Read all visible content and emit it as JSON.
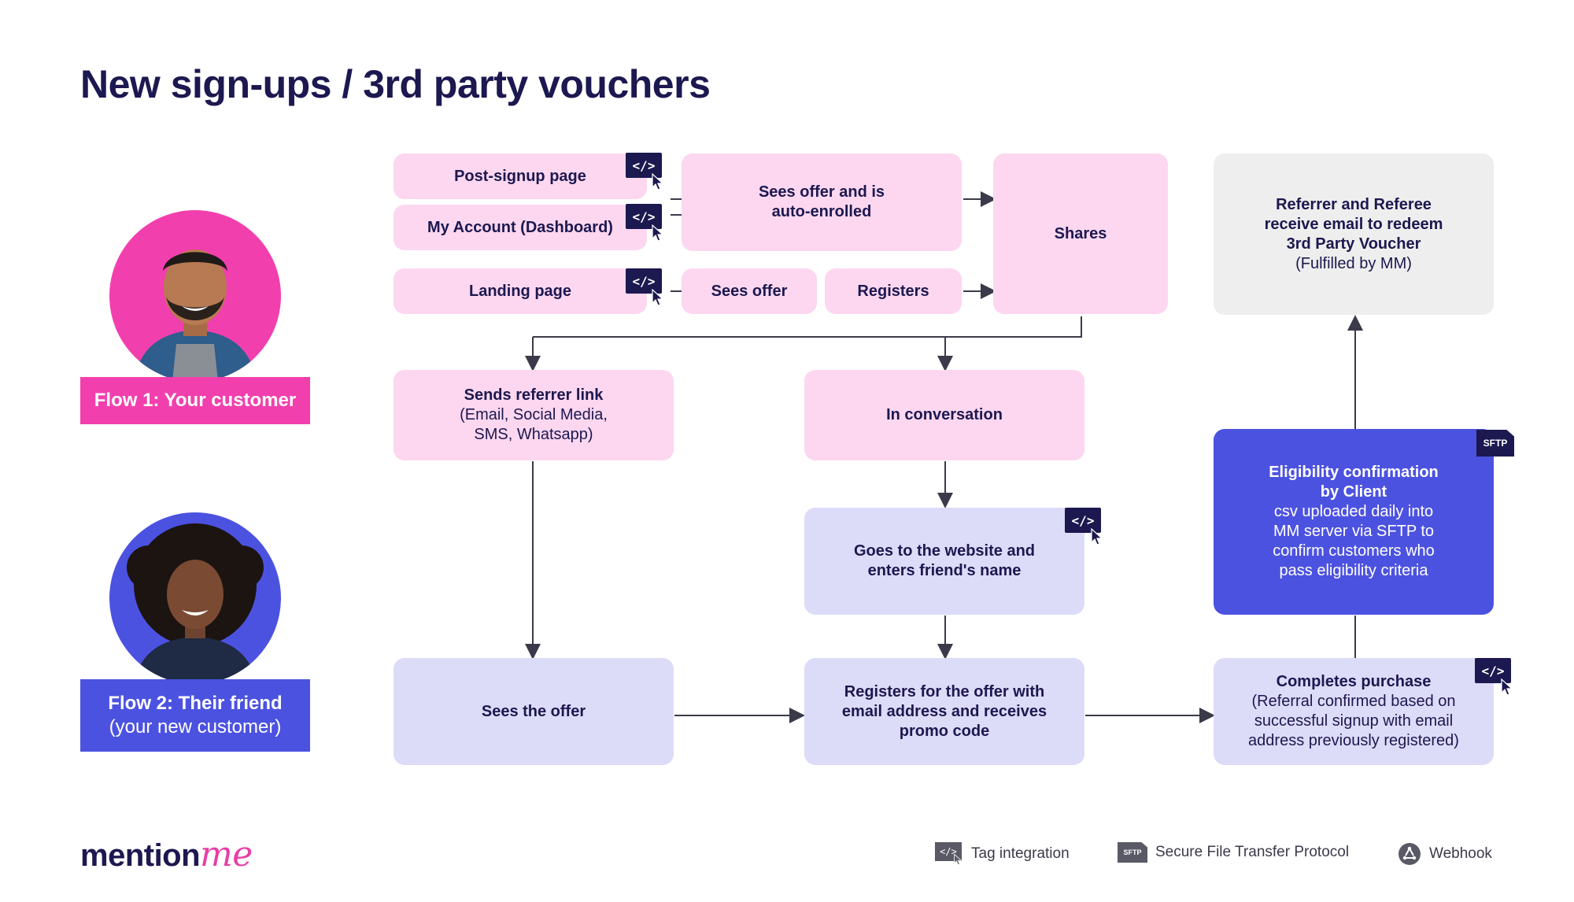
{
  "title": "New sign-ups / 3rd party vouchers",
  "colors": {
    "pink_box": "#fcd7ef",
    "lavender_box": "#dcdcf8",
    "grey_box": "#eeeeee",
    "blue_box": "#4c52e0",
    "flow1": "#f23fae",
    "flow2": "#4c52e0",
    "navy": "#1c1850"
  },
  "flows": {
    "flow1": {
      "label": "Flow 1: Your customer"
    },
    "flow2": {
      "label": "Flow 2: Their friend",
      "sublabel": "(your new customer)"
    }
  },
  "nodes": {
    "post_signup": "Post-signup page",
    "my_account": "My Account (Dashboard)",
    "landing": "Landing page",
    "sees_offer_enrolled": {
      "line1": "Sees offer and is",
      "line2": "auto-enrolled"
    },
    "sees_offer": "Sees offer",
    "registers": "Registers",
    "shares": "Shares",
    "referrer_email": {
      "line1": "Referrer and Referee",
      "line2": "receive email to redeem",
      "line3": "3rd Party Voucher",
      "line4": "(Fulfilled by MM)"
    },
    "sends_link": {
      "title": "Sends referrer link",
      "line2": "(Email, Social Media,",
      "line3": "SMS, Whatsapp)"
    },
    "in_conversation": "In conversation",
    "goes_to_website": {
      "line1": "Goes to the website and",
      "line2": "enters friend's name"
    },
    "eligibility": {
      "title1": "Eligibility confirmation",
      "title2": "by Client",
      "line1": "csv uploaded daily into",
      "line2": "MM server via SFTP to",
      "line3": "confirm customers who",
      "line4": "pass eligibility criteria"
    },
    "sees_the_offer": "Sees the offer",
    "registers_offer": {
      "line1": "Registers for the offer with",
      "line2": "email address and receives",
      "line3": "promo code"
    },
    "completes_purchase": {
      "title": "Completes purchase",
      "line1": "(Referral confirmed based on",
      "line2": "successful signup with email",
      "line3": "address previously registered)"
    }
  },
  "tag_label": "</>",
  "sftp_label": "SFTP",
  "logo": {
    "main": "mention",
    "accent": "me"
  },
  "legend": {
    "tag": "Tag integration",
    "sftp": "Secure File Transfer Protocol",
    "webhook": "Webhook"
  },
  "icons": [
    "code-tag-icon",
    "cursor-icon",
    "sftp-file-icon",
    "webhook-icon"
  ]
}
